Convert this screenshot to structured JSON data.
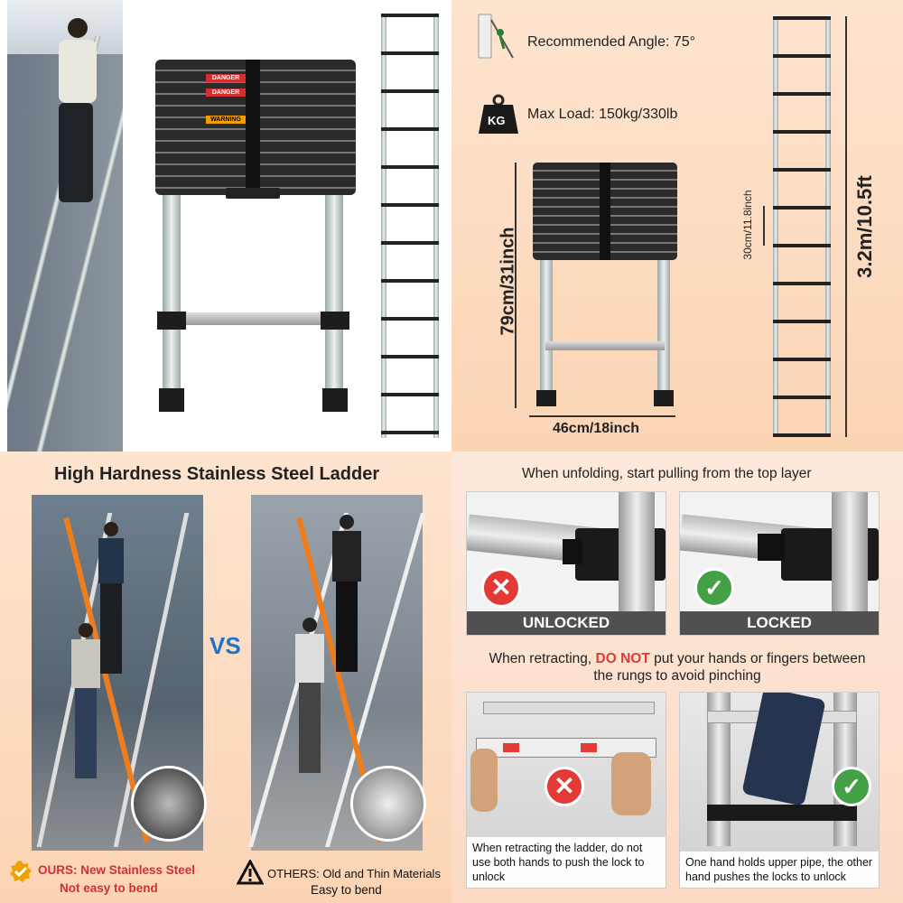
{
  "specs": {
    "angle_label": "Recommended Angle: 75°",
    "load_label": "Max Load: 150kg/330lb",
    "kg_icon_text": "KG",
    "height_closed": "79cm/31inch",
    "width": "46cm/18inch",
    "rung_spacing": "30cm/11.8inch",
    "height_extended": "3.2m/10.5ft"
  },
  "ladder_closed": {
    "danger_1": "DANGER",
    "danger_2": "DANGER",
    "warning": "WARNING"
  },
  "compare": {
    "title": "High Hardness Stainless Steel Ladder",
    "vs": "VS",
    "ours_line1": "OURS: New Stainless Steel",
    "ours_line2": "Not easy to bend",
    "others_line1": "OTHERS: Old and Thin Materials",
    "others_line2": "Easy to bend"
  },
  "unfold": {
    "instruction": "When unfolding, start pulling from the top layer",
    "unlocked": "UNLOCKED",
    "locked": "LOCKED"
  },
  "retract": {
    "instruction_pre": "When retracting, ",
    "instruction_warn": "DO NOT",
    "instruction_post": " put your hands or fingers between the rungs to avoid pinching",
    "wrong_caption": "When retracting the ladder, do not use both hands to push the lock to unlock",
    "right_caption": "One hand holds upper pipe, the other hand pushes the locks to unlock"
  },
  "colors": {
    "warn_red": "#e53935",
    "ok_green": "#43a047",
    "accent_orange": "#e8731a",
    "vs_blue": "#1e73c8"
  }
}
